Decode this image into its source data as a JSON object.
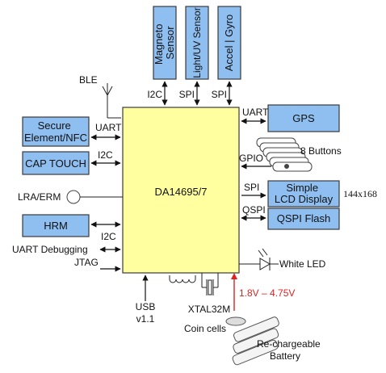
{
  "chip": {
    "label": "DA14695/7"
  },
  "top_sensors": [
    {
      "label": "Magneto Sensor",
      "line1": "Magneto",
      "line2": "Sensor",
      "bus": "I2C"
    },
    {
      "label": "Light/UV Sensor",
      "bus": "SPI"
    },
    {
      "label": "Accel | Gyro",
      "bus": "SPI"
    }
  ],
  "left": {
    "ble": "BLE",
    "secure": {
      "line1": "Secure",
      "line2": "Element/NFC",
      "bus": "UART"
    },
    "cap_touch": {
      "label": "CAP TOUCH",
      "bus": "I2C"
    },
    "lra": "LRA/ERM",
    "hrm": {
      "label": "HRM",
      "bus": "I2C"
    },
    "uart_debug": "UART Debugging",
    "jtag": "JTAG"
  },
  "right": {
    "gps": {
      "label": "GPS",
      "bus": "UART"
    },
    "buttons": {
      "label": "8 Buttons",
      "bus": "GPIO"
    },
    "lcd": {
      "line1": "Simple",
      "line2": "LCD Display",
      "bus": "SPI",
      "resolution": "144x168"
    },
    "qspi": {
      "label": "QSPI Flash",
      "bus": "QSPI"
    },
    "led": "White LED"
  },
  "bottom": {
    "usb_line1": "USB",
    "usb_line2": "v1.1",
    "xtal": "XTAL32M",
    "voltage": "1.8V – 4.75V",
    "coin": "Coin cells",
    "battery_line1": "Re-chargeable",
    "battery_line2": "Battery"
  },
  "colors": {
    "box": "#8fbff0",
    "chip": "#ffffa0",
    "voltage": "#dd2222"
  }
}
